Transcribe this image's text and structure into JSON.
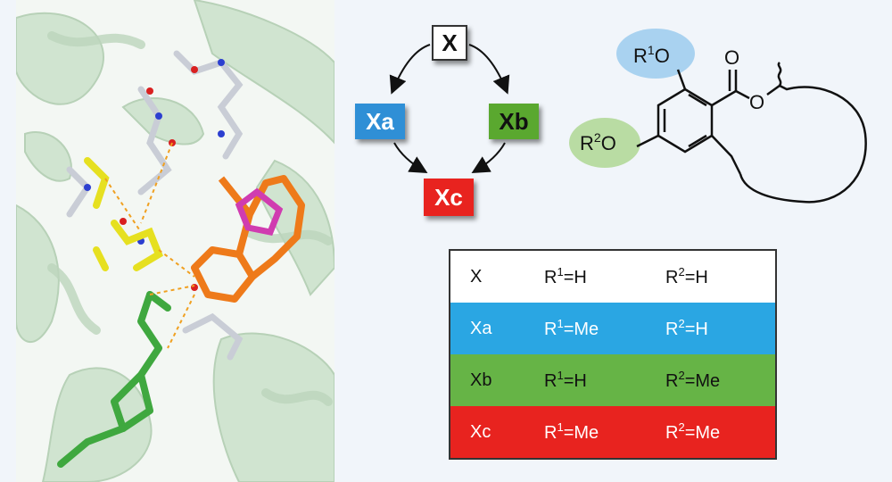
{
  "flow": {
    "x": "X",
    "xa": "Xa",
    "xb": "Xb",
    "xc": "Xc"
  },
  "structure": {
    "r1_prefix": "R",
    "r1_sup": "1",
    "r1_suffix": "O",
    "r2_prefix": "R",
    "r2_sup": "2",
    "r2_suffix": "O",
    "carbonyl_o": "O",
    "ester_o": "O"
  },
  "table": {
    "rows": [
      {
        "name": "X",
        "r1": "=H",
        "r2": "=H",
        "bg": "#ffffff",
        "fg": "#111111"
      },
      {
        "name": "Xa",
        "r1": "=Me",
        "r2": "=H",
        "bg": "#2aa6e3",
        "fg": "#ffffff"
      },
      {
        "name": "Xb",
        "r1": "=H",
        "r2": "=Me",
        "bg": "#66b446",
        "fg": "#111111"
      },
      {
        "name": "Xc",
        "r1": "=Me",
        "r2": "=Me",
        "bg": "#e8231f",
        "fg": "#ffffff"
      }
    ],
    "r1_prefix": "R",
    "r1_sup": "1",
    "r2_prefix": "R",
    "r2_sup": "2"
  },
  "colors": {
    "r1_bubble": "#a9d2f0",
    "r2_bubble": "#b9dca3"
  }
}
